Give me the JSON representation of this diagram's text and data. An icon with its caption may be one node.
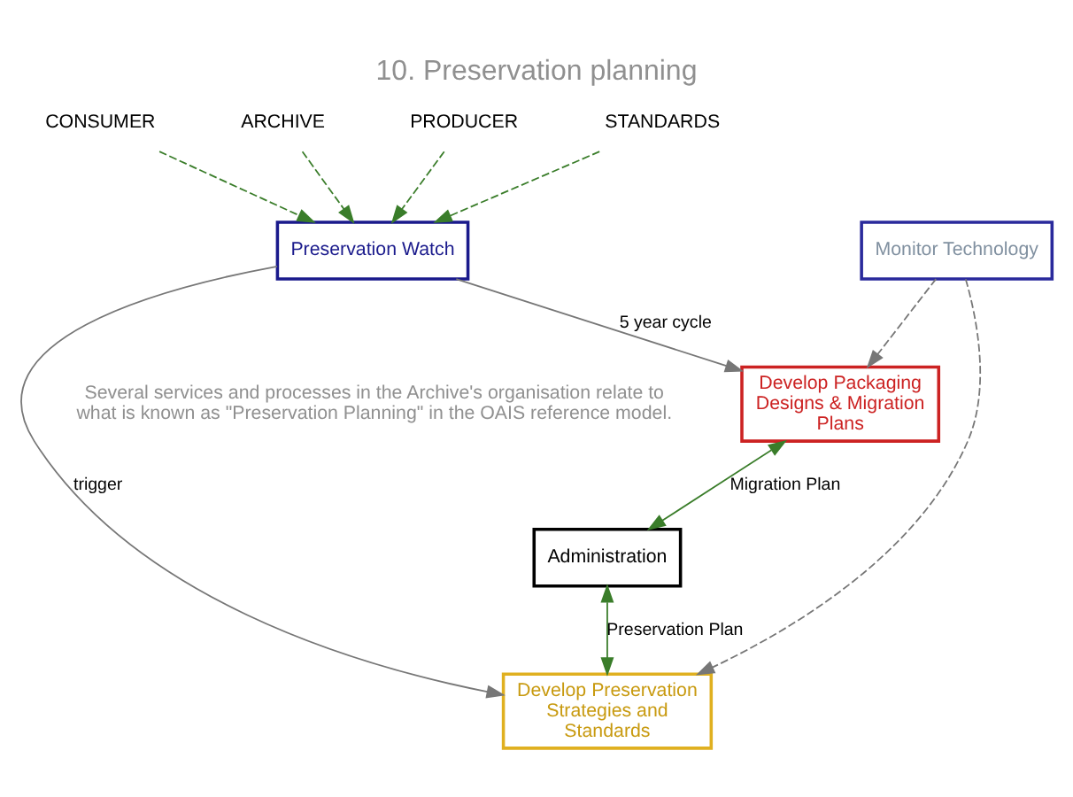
{
  "diagram": {
    "title": "10. Preservation planning",
    "nodes": [
      {
        "text": [
          "Administration"
        ]
      },
      {
        "text": [
          "Develop Preservation Strategies and Standards"
        ]
      },
      {
        "text": [
          "Develop Packaging Designs & Migration Plans"
        ]
      },
      {
        "text": [
          "Preservation Watch"
        ]
      },
      {
        "text": [
          "Monitor Technology"
        ]
      },
      {
        "text": [
          "CONSUMER"
        ]
      },
      {
        "text": [
          "ARCHIVE"
        ]
      },
      {
        "text": [
          "PRODUCER"
        ]
      },
      {
        "text": [
          "STANDARDS"
        ]
      }
    ],
    "edges": [
      {
        "from": 2,
        "to": 0,
        "arrow": "both",
        "label": "Migration Plan",
        "color": "#3a7d2a"
      },
      {
        "from": 0,
        "to": 1,
        "arrow": "both",
        "label": "Preservation Plan",
        "color": "#3a7d2a"
      },
      {
        "from": 3,
        "to": 1,
        "arrow": "to",
        "label": "trigger"
      },
      {
        "from": 3,
        "to": 2,
        "arrow": "to",
        "label": "5 year cycle"
      },
      {
        "from": 4,
        "to": 1,
        "arrow": "to",
        "style": "dashed"
      },
      {
        "from": 4,
        "to": 2,
        "arrow": "to",
        "style": "dashed"
      },
      {
        "from": 5,
        "to": 3,
        "arrow": "to",
        "style": "dashed",
        "color": "#3a7d2a"
      },
      {
        "from": 6,
        "to": 3,
        "arrow": "to",
        "style": "dashed",
        "color": "#3a7d2a"
      },
      {
        "from": 7,
        "to": 3,
        "arrow": "to",
        "style": "dashed",
        "color": "#3a7d2a"
      },
      {
        "from": 8,
        "to": 3,
        "arrow": "to",
        "style": "dashed",
        "color": "#3a7d2a"
      }
    ],
    "labels": [
      "Several services and processes in the Archive's organisation relate to what is known as \"Preservation Planning\" in the OAIS reference model."
    ]
  }
}
